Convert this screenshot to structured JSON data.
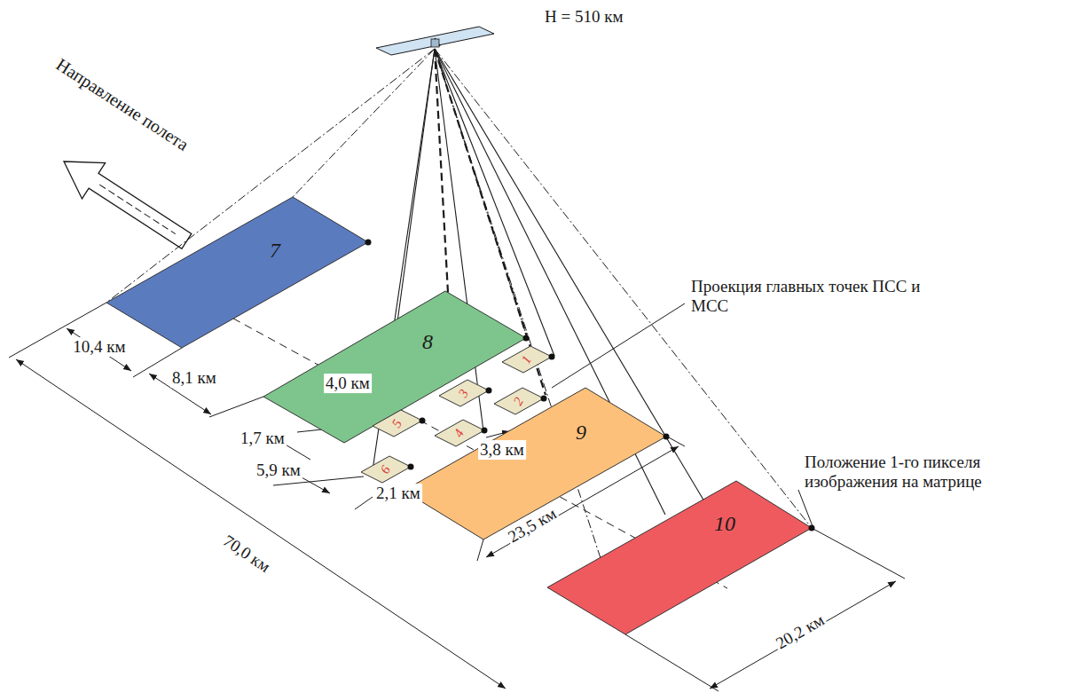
{
  "diagram": {
    "nodes": [
      {
        "text": [
          "7"
        ]
      },
      {
        "text": [
          "8"
        ]
      },
      {
        "text": [
          "1"
        ]
      },
      {
        "text": [
          "3"
        ]
      },
      {
        "text": [
          "2"
        ]
      },
      {
        "text": [
          "5"
        ]
      },
      {
        "text": [
          "4"
        ]
      },
      {
        "text": [
          "6"
        ]
      },
      {
        "text": [
          "9"
        ]
      },
      {
        "text": [
          "10"
        ]
      }
    ],
    "labels": [
      "H = 510 км",
      "Направление полета",
      "Проекция главных точек ПСС и МСС",
      "Положение 1-го пикселя изображения на матрице",
      "10,4 км",
      "8,1 км",
      "4,0 км",
      "1,7 км",
      "5,9 км",
      "2,1 км",
      "3,8 км",
      "23,5 км",
      "70,0 км",
      "20,2 км"
    ]
  }
}
